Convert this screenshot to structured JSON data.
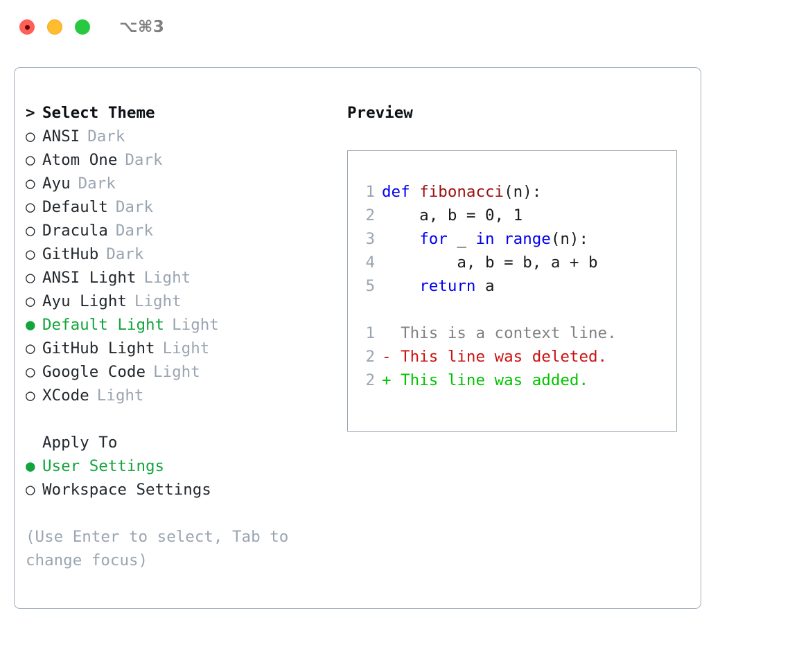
{
  "titlebar": {
    "shortcut": "⌥⌘3",
    "buttons": [
      {
        "name": "close",
        "color": "#ff5f56"
      },
      {
        "name": "minimize",
        "color": "#febc2e"
      },
      {
        "name": "zoom",
        "color": "#28c840"
      }
    ]
  },
  "theme_picker": {
    "heading": "Select Theme",
    "caret": ">",
    "marker_selected": "●",
    "marker_unselected": "○",
    "items": [
      {
        "name": "ANSI",
        "tag": "Dark",
        "selected": false
      },
      {
        "name": "Atom One",
        "tag": "Dark",
        "selected": false
      },
      {
        "name": "Ayu",
        "tag": "Dark",
        "selected": false
      },
      {
        "name": "Default",
        "tag": "Dark",
        "selected": false
      },
      {
        "name": "Dracula",
        "tag": "Dark",
        "selected": false
      },
      {
        "name": "GitHub",
        "tag": "Dark",
        "selected": false
      },
      {
        "name": "ANSI Light",
        "tag": "Light",
        "selected": false
      },
      {
        "name": "Ayu Light",
        "tag": "Light",
        "selected": false
      },
      {
        "name": "Default Light",
        "tag": "Light",
        "selected": true
      },
      {
        "name": "GitHub Light",
        "tag": "Light",
        "selected": false
      },
      {
        "name": "Google Code",
        "tag": "Light",
        "selected": false
      },
      {
        "name": "XCode",
        "tag": "Light",
        "selected": false
      }
    ]
  },
  "apply_to": {
    "label": "Apply To",
    "items": [
      {
        "name": "User Settings",
        "selected": true
      },
      {
        "name": "Workspace Settings",
        "selected": false
      }
    ]
  },
  "hint": "(Use Enter to select, Tab to change focus)",
  "preview": {
    "title": "Preview",
    "code_lines": [
      {
        "num": "1",
        "tokens": [
          {
            "t": "def",
            "c": "kw"
          },
          {
            "t": " ",
            "c": "plain"
          },
          {
            "t": "fibonacci",
            "c": "fn"
          },
          {
            "t": "(n):",
            "c": "plain"
          }
        ]
      },
      {
        "num": "2",
        "tokens": [
          {
            "t": "    a, b = 0, 1",
            "c": "plain"
          }
        ]
      },
      {
        "num": "3",
        "tokens": [
          {
            "t": "    ",
            "c": "plain"
          },
          {
            "t": "for",
            "c": "kw"
          },
          {
            "t": " _ ",
            "c": "plain"
          },
          {
            "t": "in",
            "c": "kw"
          },
          {
            "t": " ",
            "c": "plain"
          },
          {
            "t": "range",
            "c": "kw"
          },
          {
            "t": "(n):",
            "c": "plain"
          }
        ]
      },
      {
        "num": "4",
        "tokens": [
          {
            "t": "        a, b = b, a + b",
            "c": "plain"
          }
        ]
      },
      {
        "num": "5",
        "tokens": [
          {
            "t": "    ",
            "c": "plain"
          },
          {
            "t": "return",
            "c": "kw"
          },
          {
            "t": " a",
            "c": "plain"
          }
        ]
      }
    ],
    "diff_lines": [
      {
        "num": "1",
        "sign": " ",
        "text": " This is a context line.",
        "c": "ctx"
      },
      {
        "num": "2",
        "sign": "-",
        "text": " This line was deleted.",
        "c": "del"
      },
      {
        "num": "2",
        "sign": "+",
        "text": " This line was added.",
        "c": "add"
      }
    ]
  },
  "colors": {
    "selected_green": "#13a53c",
    "muted_gray": "#9aa5b1",
    "border": "#a3aebb",
    "keyword_blue": "#0000ee",
    "function_red": "#9c1010",
    "diff_add": "#00c400",
    "diff_del": "#cc1111"
  }
}
